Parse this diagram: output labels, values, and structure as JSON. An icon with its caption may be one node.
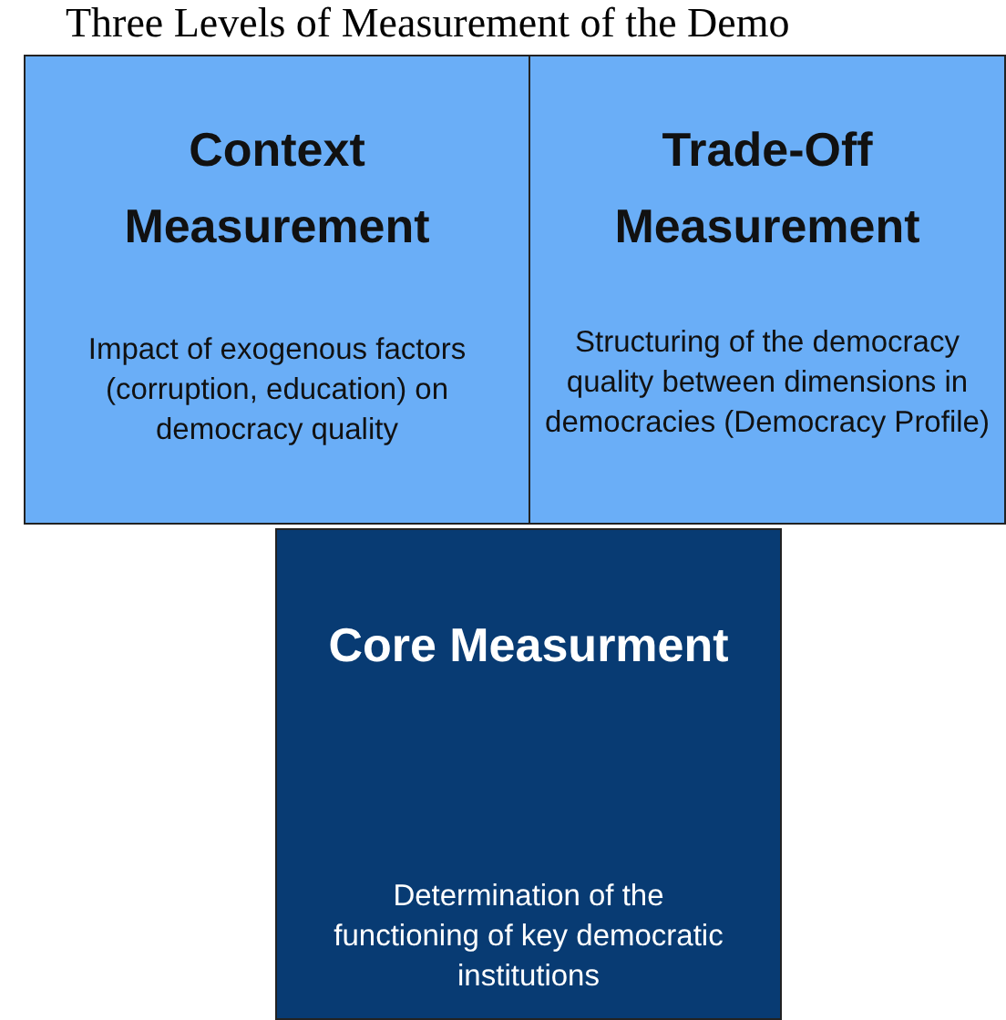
{
  "diagram": {
    "title": "Three Levels of Measurement of the Demo",
    "nodes": [
      {
        "text": [
          "Context Measurement",
          "Impact of exogenous factors (corruption, education) on democracy quality"
        ]
      },
      {
        "text": [
          "Trade-Off Measurement",
          "Structuring of the democracy quality between dimensions in democracies (Democracy Profile)"
        ]
      },
      {
        "text": [
          "Core Measurment",
          "Determination of the functioning of key democratic institutions"
        ]
      }
    ]
  }
}
